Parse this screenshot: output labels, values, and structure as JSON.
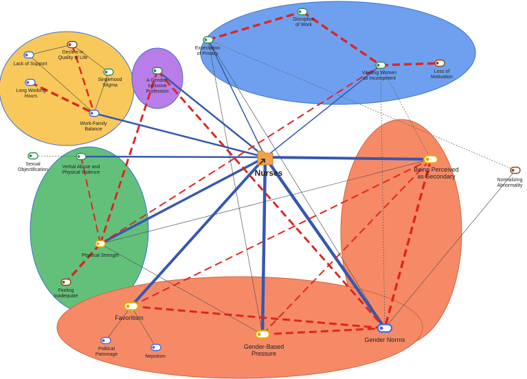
{
  "center_label": "Nurses",
  "nodes": {
    "disruption": {
      "label": [
        "Disruption",
        "of Work"
      ],
      "color": "#2e8b57"
    },
    "expectation": {
      "label": [
        "Expectation",
        "of Privacy"
      ],
      "color": "#2e8b57"
    },
    "viewing": {
      "label": [
        "Viewing Women",
        "as Incompetent"
      ],
      "color": "#2e8b57"
    },
    "motivation": {
      "label": [
        "Loss of",
        "Motivation"
      ],
      "color": "#8b4513"
    },
    "decline": {
      "label": [
        "Decline in",
        "Quality of Life"
      ],
      "color": "#8b4513"
    },
    "lack": {
      "label": [
        "Lack of Support"
      ],
      "color": "#4169e1"
    },
    "singlehood": {
      "label": [
        "Singlehood",
        "Stigma"
      ],
      "color": "#2e8b57"
    },
    "long": {
      "label": [
        "Long Working",
        "Hours"
      ],
      "color": "#4169e1"
    },
    "workfamily": {
      "label": [
        "Work-Family",
        "Balance"
      ],
      "color": "#4169e1"
    },
    "inclusive": {
      "label": [
        "A Gender-",
        "Inclusive",
        "Profession"
      ],
      "color": "#2e8b57"
    },
    "sexual": {
      "label": [
        "Sexual",
        "Objectification"
      ],
      "color": "#2e8b57"
    },
    "verbal": {
      "label": [
        "Verbal Abuse and",
        "Physical Violence"
      ],
      "color": "#2e8b57"
    },
    "physical": {
      "label": [
        "Physical Strength"
      ],
      "color": "#e6a800"
    },
    "feeling": {
      "label": [
        "Feeling",
        "Inadequate"
      ],
      "color": "#8b4513"
    },
    "perceived": {
      "label": [
        "Being Perceived",
        "as Secondary"
      ],
      "color": "#e6a800"
    },
    "normalizing": {
      "label": [
        "Normalizing",
        "Abnormality"
      ],
      "color": "#8b4513"
    },
    "favoritism": {
      "label": [
        "Favoritism"
      ],
      "color": "#e6a800"
    },
    "political": {
      "label": [
        "Political",
        "Patronage"
      ],
      "color": "#4169e1"
    },
    "nepotism": {
      "label": [
        "Nepotism"
      ],
      "color": "#4169e1"
    },
    "pressure": {
      "label": [
        "Gender-Based",
        "Pressure"
      ],
      "color": "#e6a800"
    },
    "norms": {
      "label": [
        "Gender Norms"
      ],
      "color": "#4169e1"
    }
  },
  "regions": [
    {
      "id": "blue",
      "color": "#6fa0ef"
    },
    {
      "id": "yellow",
      "color": "#f8c95a"
    },
    {
      "id": "purple",
      "color": "#b87de8"
    },
    {
      "id": "green",
      "color": "#63c07a"
    },
    {
      "id": "orange-right",
      "color": "#f68a66"
    },
    {
      "id": "orange-bottom",
      "color": "#f68a66"
    }
  ],
  "edges": [
    {
      "a": "nurses",
      "b": "workfamily",
      "type": "blue",
      "w": 2.5
    },
    {
      "a": "nurses",
      "b": "inclusive",
      "type": "blue",
      "w": 2.5
    },
    {
      "a": "nurses",
      "b": "verbal",
      "type": "blue",
      "w": 2.5
    },
    {
      "a": "nurses",
      "b": "expectation",
      "type": "blue",
      "w": 1.5
    },
    {
      "a": "nurses",
      "b": "viewing",
      "type": "blue",
      "w": 1.5
    },
    {
      "a": "nurses",
      "b": "perceived",
      "type": "blue",
      "w": 4
    },
    {
      "a": "nurses",
      "b": "physical",
      "type": "blue",
      "w": 3.5
    },
    {
      "a": "nurses",
      "b": "favoritism",
      "type": "blue",
      "w": 4
    },
    {
      "a": "nurses",
      "b": "pressure",
      "type": "blue",
      "w": 4.5
    },
    {
      "a": "nurses",
      "b": "norms",
      "type": "blue",
      "w": 4.5
    },
    {
      "a": "expectation",
      "b": "disruption",
      "type": "red",
      "w": 3.5
    },
    {
      "a": "disruption",
      "b": "viewing",
      "type": "red",
      "w": 3.5
    },
    {
      "a": "viewing",
      "b": "motivation",
      "type": "red",
      "w": 3.5
    },
    {
      "a": "decline",
      "b": "workfamily",
      "type": "red",
      "w": 2.5
    },
    {
      "a": "long",
      "b": "workfamily",
      "type": "red",
      "w": 3.5
    },
    {
      "a": "verbal",
      "b": "physical",
      "type": "red",
      "w": 2
    },
    {
      "a": "physical",
      "b": "feeling",
      "type": "red",
      "w": 3.5
    },
    {
      "a": "physical",
      "b": "inclusive",
      "type": "red",
      "w": 3
    },
    {
      "a": "physical",
      "b": "viewing",
      "type": "red",
      "w": 2
    },
    {
      "a": "inclusive",
      "b": "norms",
      "type": "red",
      "w": 3
    },
    {
      "a": "perceived",
      "b": "norms",
      "type": "red",
      "w": 3.5
    },
    {
      "a": "favoritism",
      "b": "perceived",
      "type": "red",
      "w": 2
    },
    {
      "a": "favoritism",
      "b": "norms",
      "type": "red",
      "w": 3
    },
    {
      "a": "pressure",
      "b": "norms",
      "type": "red",
      "w": 3
    },
    {
      "a": "pressure",
      "b": "perceived",
      "type": "red",
      "w": 2
    },
    {
      "a": "lack",
      "b": "decline",
      "type": "thin"
    },
    {
      "a": "decline",
      "b": "singlehood",
      "type": "thin"
    },
    {
      "a": "singlehood",
      "b": "workfamily",
      "type": "thin"
    },
    {
      "a": "lack",
      "b": "workfamily",
      "type": "thin"
    },
    {
      "a": "sexual",
      "b": "verbal",
      "type": "dotted"
    },
    {
      "a": "expectation",
      "b": "normalizing",
      "type": "dotted"
    },
    {
      "a": "viewing",
      "b": "norms",
      "type": "dotted"
    },
    {
      "a": "viewing",
      "b": "perceived",
      "type": "dotted"
    },
    {
      "a": "expectation",
      "b": "norms",
      "type": "thin"
    },
    {
      "a": "expectation",
      "b": "pressure",
      "type": "thin"
    },
    {
      "a": "physical",
      "b": "pressure",
      "type": "thin"
    },
    {
      "a": "physical",
      "b": "perceived",
      "type": "thin"
    },
    {
      "a": "normalizing",
      "b": "norms",
      "type": "thin"
    },
    {
      "a": "favoritism",
      "b": "political",
      "type": "thin"
    },
    {
      "a": "favoritism",
      "b": "nepotism",
      "type": "thin"
    }
  ]
}
